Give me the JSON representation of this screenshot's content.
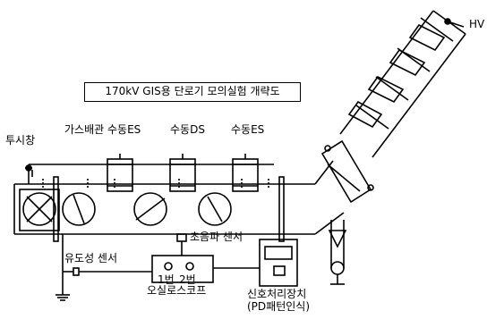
{
  "title": "170kV GIS용 단로기 모의실험 개략도",
  "labels": {
    "hv": "HV",
    "window": "투시창",
    "gas_pipe": "가스배관",
    "es_left": "수동ES",
    "ds": "수동DS",
    "es_right": "수동ES",
    "ultrasonic": "초음파 센서",
    "inductive": "유도성 센서",
    "ch1": "1번",
    "ch2": "2번",
    "oscilloscope": "오실로스코프",
    "processor_line1": "신호처리장치",
    "processor_line2": "(PD패턴인식)"
  },
  "colors": {
    "ink": "#000000",
    "paper": "#ffffff"
  }
}
